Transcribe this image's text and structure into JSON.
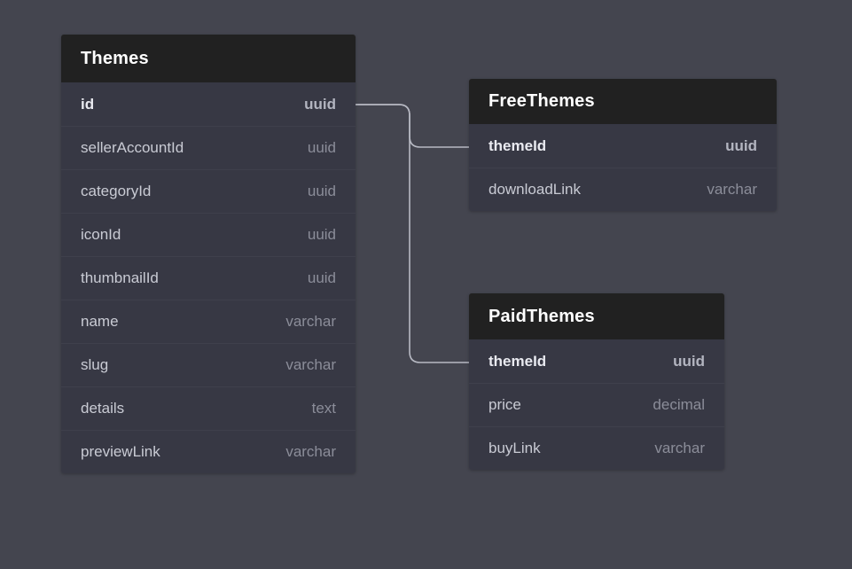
{
  "diagram": {
    "type": "entity-relationship-diagram",
    "background_color": "#44454f",
    "header_color": "#212121",
    "body_color": "#373844",
    "connector_color": "#b8bac4"
  },
  "entities": [
    {
      "id": "themes",
      "title": "Themes",
      "fields": [
        {
          "name": "id",
          "type": "uuid",
          "primary_key": true
        },
        {
          "name": "sellerAccountId",
          "type": "uuid",
          "primary_key": false
        },
        {
          "name": "categoryId",
          "type": "uuid",
          "primary_key": false
        },
        {
          "name": "iconId",
          "type": "uuid",
          "primary_key": false
        },
        {
          "name": "thumbnailId",
          "type": "uuid",
          "primary_key": false
        },
        {
          "name": "name",
          "type": "varchar",
          "primary_key": false
        },
        {
          "name": "slug",
          "type": "varchar",
          "primary_key": false
        },
        {
          "name": "details",
          "type": "text",
          "primary_key": false
        },
        {
          "name": "previewLink",
          "type": "varchar",
          "primary_key": false
        }
      ]
    },
    {
      "id": "freethemes",
      "title": "FreeThemes",
      "fields": [
        {
          "name": "themeId",
          "type": "uuid",
          "primary_key": true
        },
        {
          "name": "downloadLink",
          "type": "varchar",
          "primary_key": false
        }
      ]
    },
    {
      "id": "paidthemes",
      "title": "PaidThemes",
      "fields": [
        {
          "name": "themeId",
          "type": "uuid",
          "primary_key": true
        },
        {
          "name": "price",
          "type": "decimal",
          "primary_key": false
        },
        {
          "name": "buyLink",
          "type": "varchar",
          "primary_key": false
        }
      ]
    }
  ],
  "relationships": [
    {
      "from": "themes.id",
      "to": "freethemes.themeId"
    },
    {
      "from": "themes.id",
      "to": "paidthemes.themeId"
    }
  ]
}
